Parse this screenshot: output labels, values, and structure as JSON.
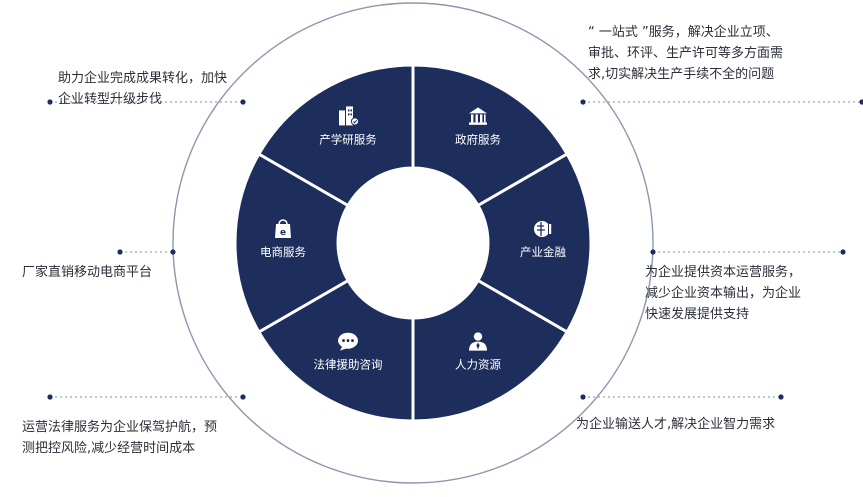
{
  "colors": {
    "segment": "#1d2d5c",
    "segment_edge": "#ffffff",
    "outer_ring": "#8d96ad",
    "connector": "#9aa3b6",
    "text": "#2a2e38"
  },
  "segments": [
    {
      "id": "gov",
      "label": "政府服务",
      "icon": "bank-icon"
    },
    {
      "id": "finance",
      "label": "产业金融",
      "icon": "globe-finance-icon"
    },
    {
      "id": "hr",
      "label": "人力资源",
      "icon": "person-tie-icon"
    },
    {
      "id": "legal",
      "label": "法律援助咨询",
      "icon": "chat-bubble-icon"
    },
    {
      "id": "ecom",
      "label": "电商服务",
      "icon": "shopping-bag-icon"
    },
    {
      "id": "iur",
      "label": "产学研服务",
      "icon": "buildings-icon"
    }
  ],
  "descriptions": {
    "gov": [
      "“ 一站式 ”服务，解决企业立项、",
      "审批、环评、生产许可等多方面需",
      "求,切实解决生产手续不全的问题"
    ],
    "finance": [
      "为企业提供资本运营服务，",
      "减少企业资本输出，为企业",
      "快速发展提供支持"
    ],
    "hr": [
      "为企业输送人才,解决企业智力需求"
    ],
    "legal": [
      "运营法律服务为企业保驾护航，预",
      "测把控风险,减少经营时间成本"
    ],
    "ecom": [
      "厂家直销移动电商平台"
    ],
    "iur": [
      "助力企业完成成果转化，加快",
      "企业转型升级步伐"
    ]
  }
}
